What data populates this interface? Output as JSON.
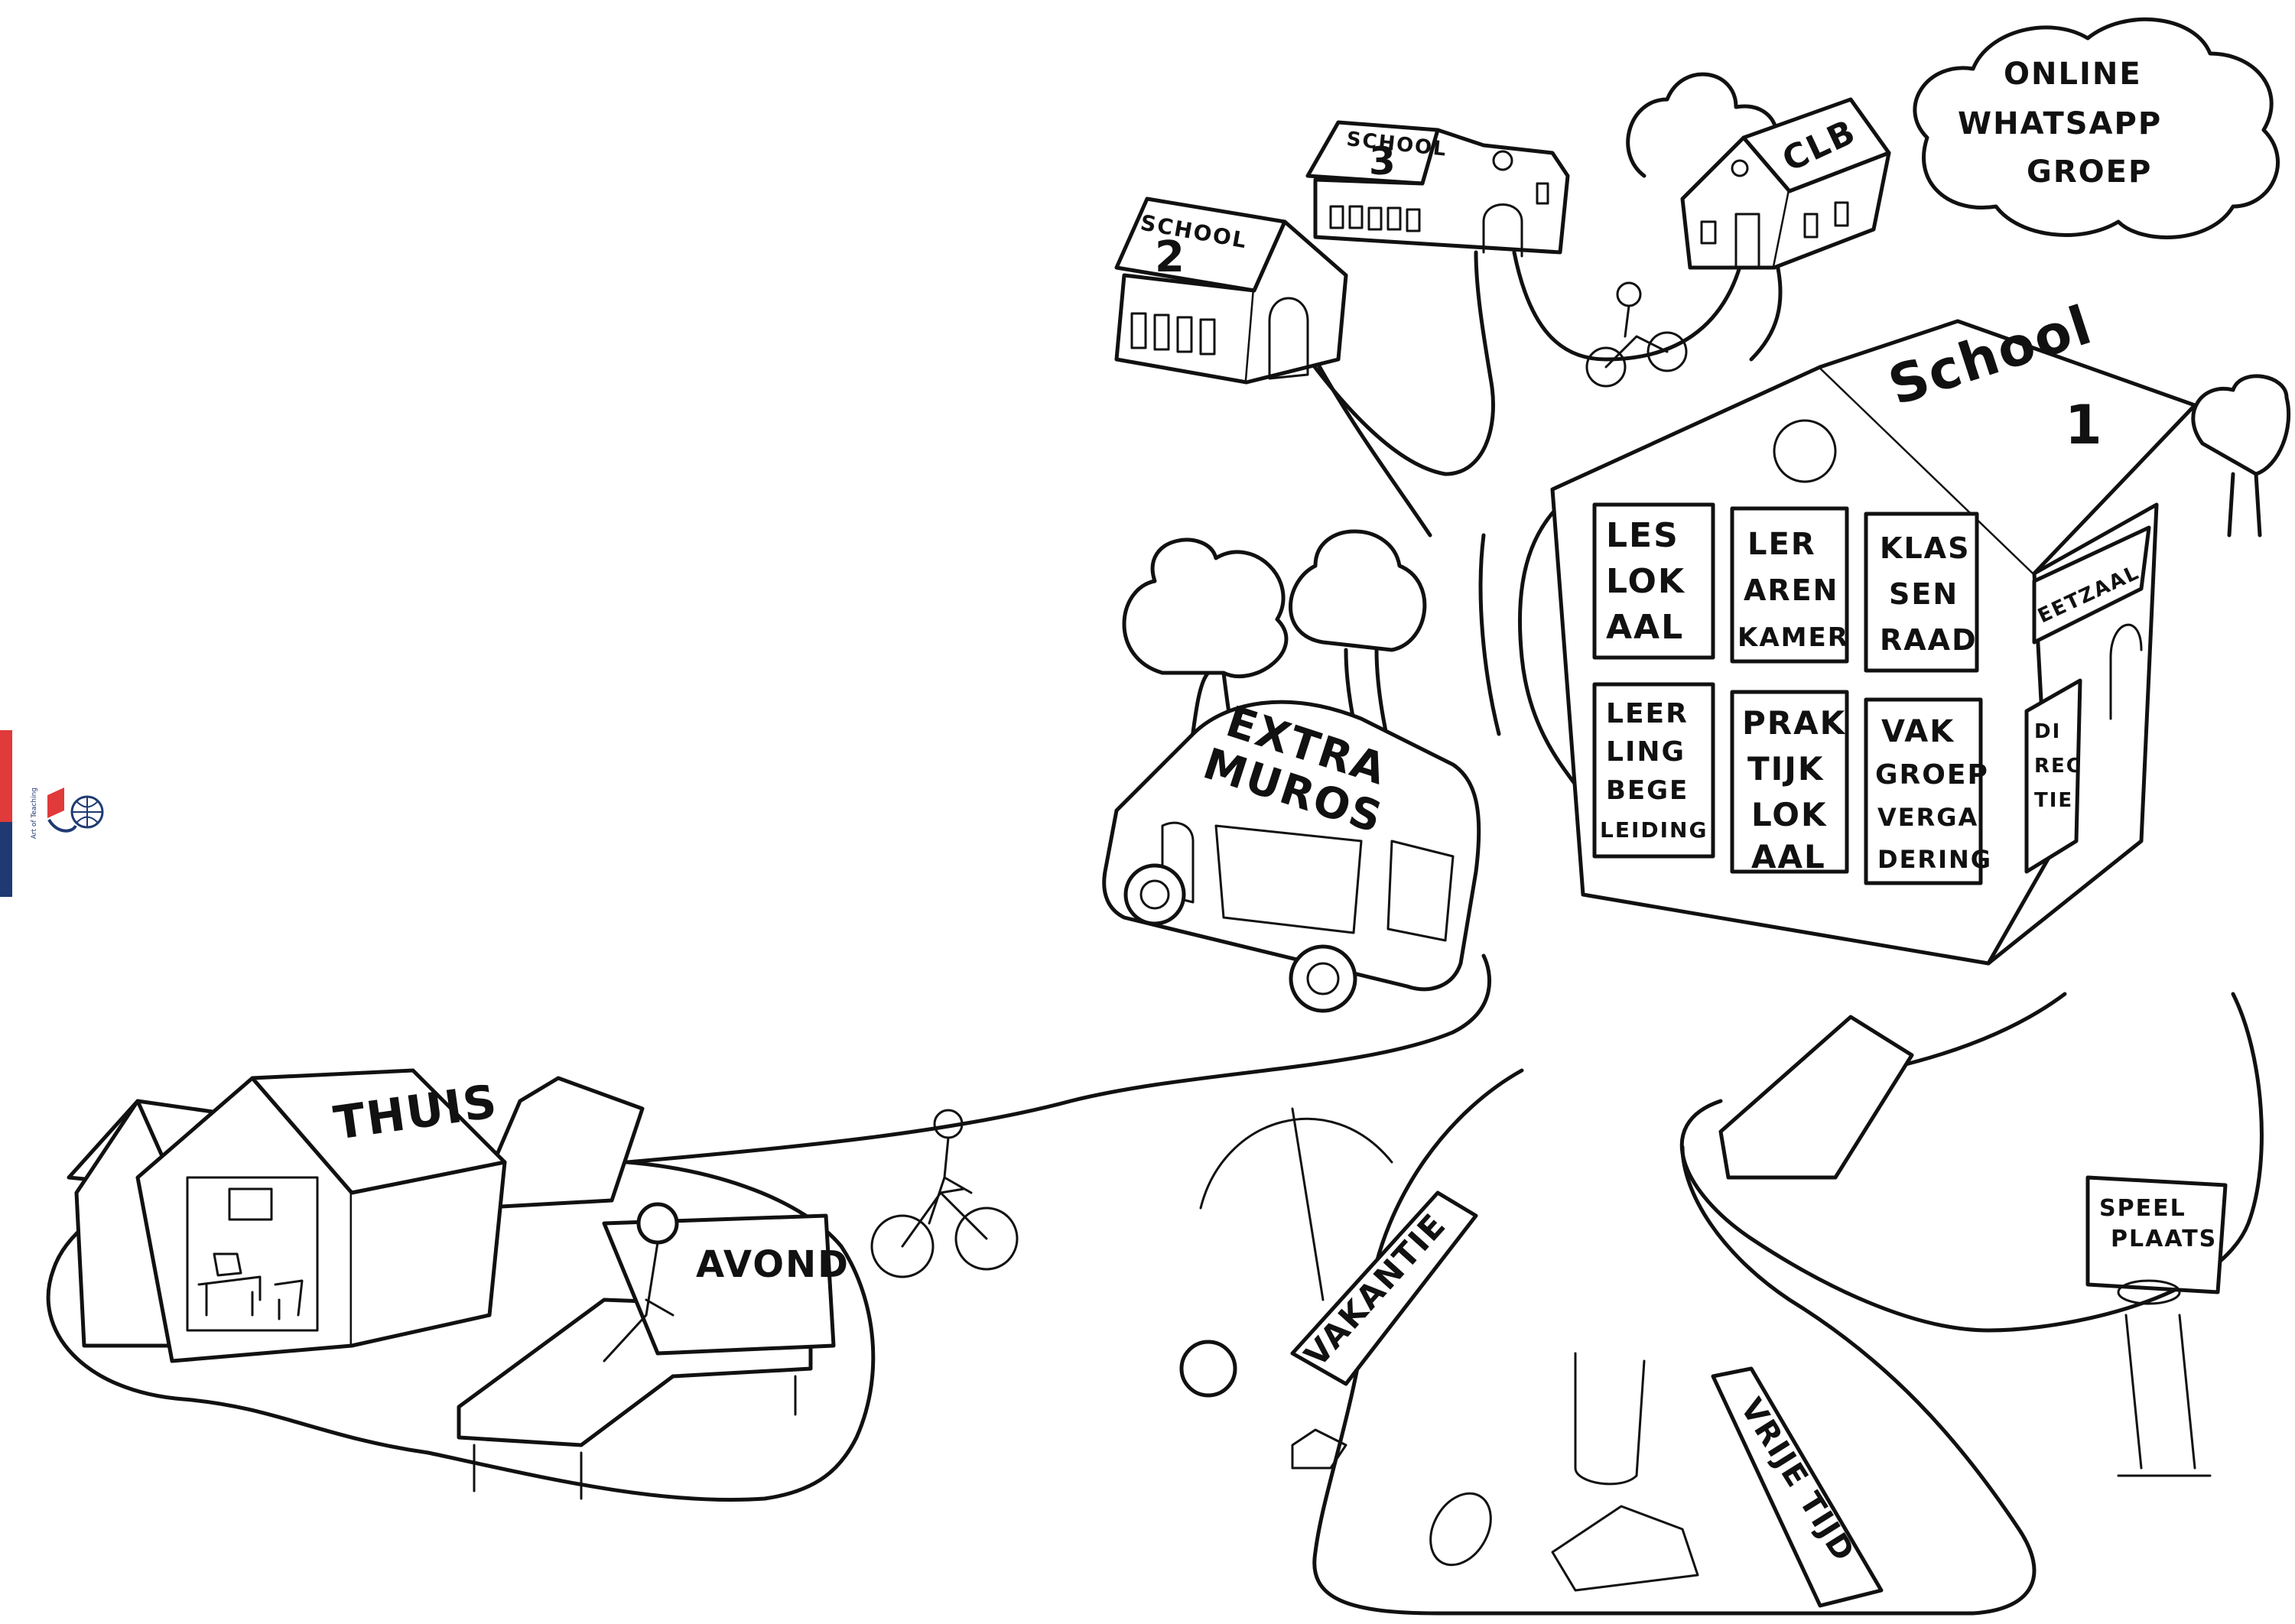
{
  "labels": {
    "online_group": [
      "ONLINE",
      "WHATSAPP",
      "GROEP"
    ],
    "school2": [
      "SCHOOL",
      "2"
    ],
    "school3": [
      "SCHOOL",
      "3"
    ],
    "clb": "CLB",
    "school1": [
      "School",
      "1"
    ],
    "rooms": {
      "leslokaal": [
        "LES",
        "LOK",
        "AAL"
      ],
      "lerarenkamer": [
        "LER",
        "AREN",
        "KAMER"
      ],
      "klassenraad": [
        "KLAS",
        "SEN",
        "RAAD"
      ],
      "leerlingbegeleiding": [
        "LEER",
        "LING",
        "BEGE",
        "LEIDING"
      ],
      "praktijklokaal": [
        "PRAK",
        "TIJK",
        "LOK",
        "AAL"
      ],
      "vakgroepvergadering": [
        "VAK",
        "GROEP",
        "VERGA",
        "DERING"
      ]
    },
    "eetzaal": "EETZAAL",
    "directie": [
      "DI",
      "REC",
      "TIE"
    ],
    "extra_muros": [
      "EXTRA",
      "MUROS"
    ],
    "thuis": "THUIS",
    "avond": "AVOND",
    "vakantie": "VAKANTIE",
    "speelplaats": [
      "SPEEL",
      "PLAATS"
    ],
    "vrije_tijd": "VRIJE TIJD"
  },
  "logo": {
    "text": "Art of Teaching",
    "colors": {
      "red": "#e03a3a",
      "blue": "#1f3a72"
    }
  }
}
